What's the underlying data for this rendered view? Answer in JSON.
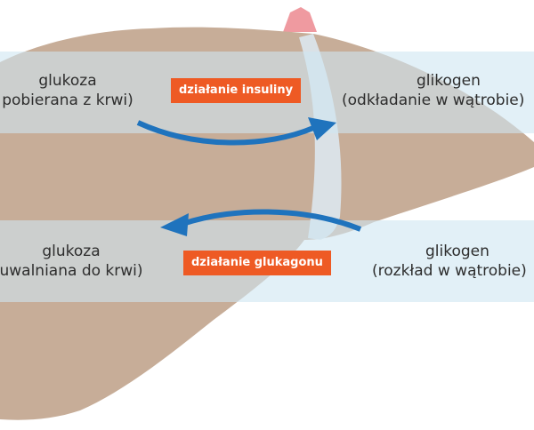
{
  "top_band": {
    "left_line1": "glukoza",
    "left_line2": "pobierana z krwi)",
    "badge": "działanie insuliny",
    "right_line1": "glikogen",
    "right_line2": "(odkładanie w wątrobie)"
  },
  "bottom_band": {
    "left_line1": "glukoza",
    "left_line2": "uwalniana do krwi)",
    "badge": "działanie glukagonu",
    "right_line1": "glikogen",
    "right_line2": "(rozkład w wątrobie)"
  },
  "colors": {
    "liver": "#c7ad98",
    "band": "#cfe6f1",
    "arrow": "#1f73bd",
    "badge": "#ee5a24",
    "vessel": "#ef9aa0"
  }
}
